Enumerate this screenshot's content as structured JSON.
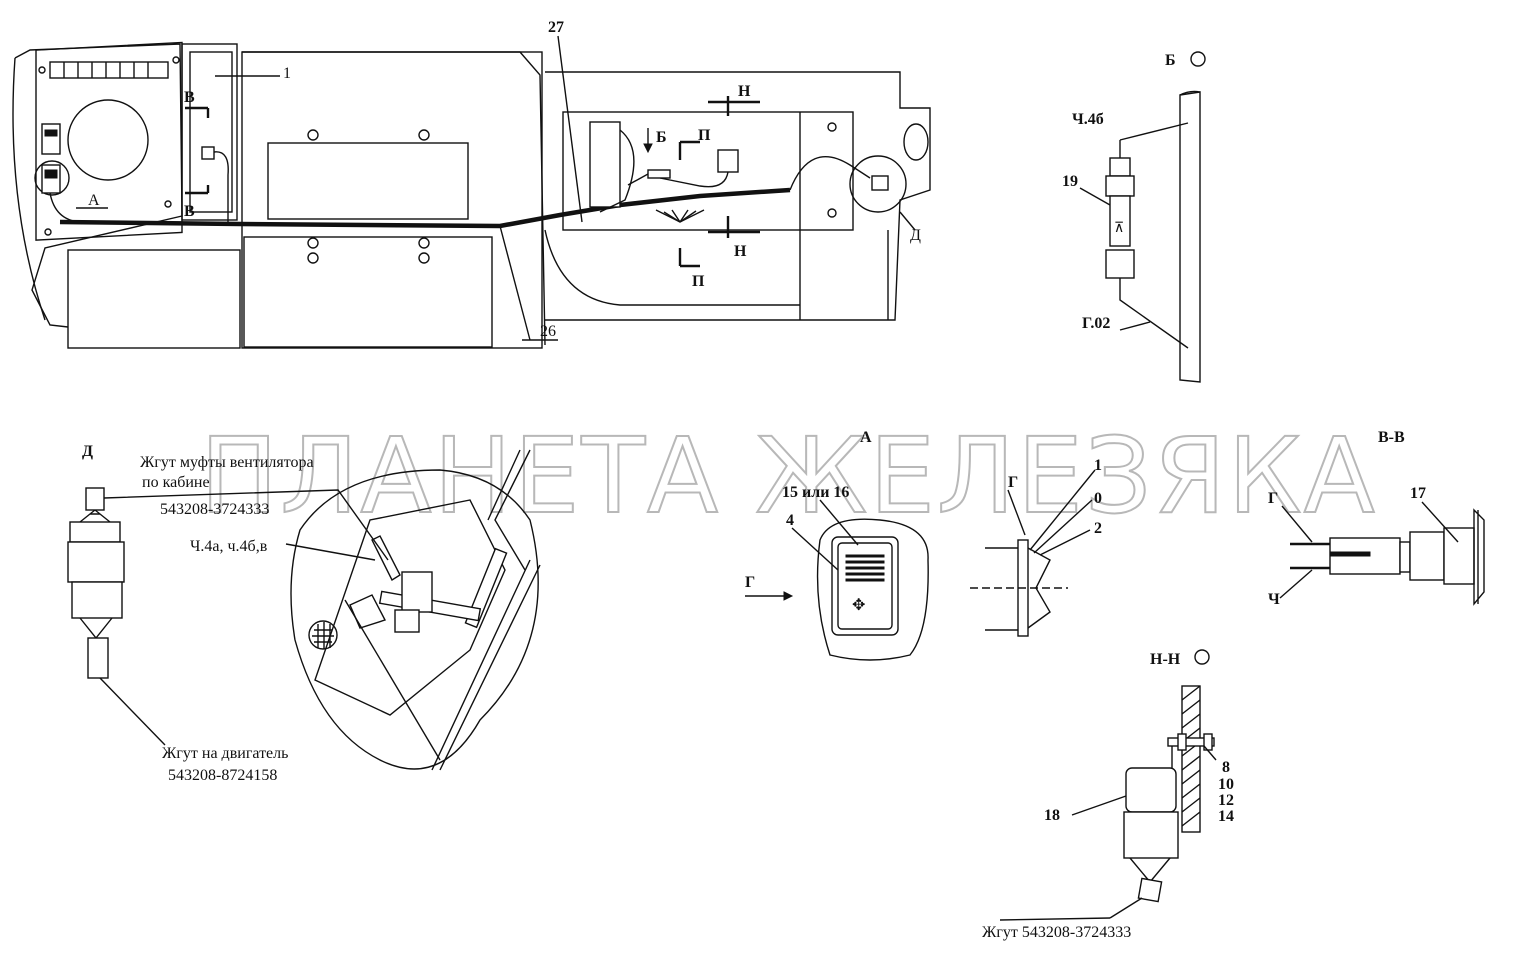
{
  "watermark": "ПЛАНЕТА ЖЕЛЕЗЯКА",
  "views": {
    "b": "Б",
    "d": "Д",
    "a": "А",
    "vv": "В-В",
    "nn": "Н-Н"
  },
  "main_view": {
    "callouts": {
      "c1": "1",
      "c27": "27",
      "c26": "26"
    },
    "section_marks": {
      "v_top": "В",
      "v_bottom": "В",
      "a": "А",
      "b": "Б",
      "n_top": "Н",
      "n_bottom": "Н",
      "p_top": "П",
      "p_bottom": "П",
      "d": "Д"
    }
  },
  "view_b": {
    "wire_top": "Ч.4б",
    "part": "19",
    "wire_bottom": "Г.02"
  },
  "view_d": {
    "harness_cab_line1": "Жгут муфты вентилятора",
    "harness_cab_line2": "по кабине",
    "harness_cab_code": "543208-3724333",
    "wires": "Ч.4а, ч.4б,в",
    "harness_engine_line1": "Жгут на двигатель",
    "harness_engine_code": "543208-8724158"
  },
  "view_a": {
    "part_switch": "15 или 16",
    "part_frame": "4",
    "arrow_g": "Г"
  },
  "view_g": {
    "label": "Г",
    "pos1": "1",
    "pos0": "0",
    "pos2": "2"
  },
  "view_vv": {
    "wire_g": "Г",
    "wire_ch": "Ч",
    "part": "17"
  },
  "view_nn": {
    "part_relay": "18",
    "fasteners": [
      "8",
      "10",
      "12",
      "14"
    ],
    "harness": "Жгут 543208-3724333"
  }
}
